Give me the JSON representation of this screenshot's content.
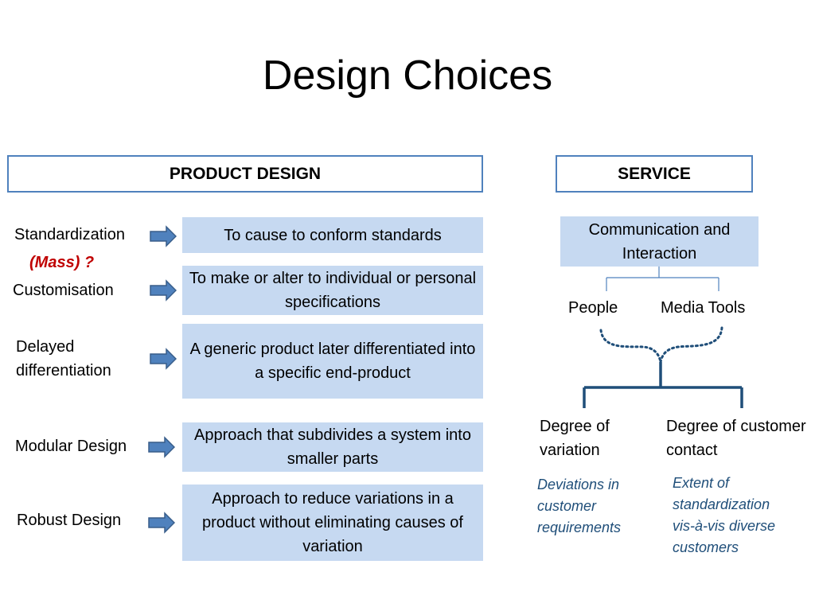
{
  "title": "Design Choices",
  "product": {
    "header": "PRODUCT DESIGN",
    "rows": [
      {
        "label": "Standardization",
        "desc": "To cause to conform standards"
      },
      {
        "label": "Customisation",
        "desc": "To make or alter to individual or personal specifications"
      },
      {
        "label": "Delayed differentiation",
        "desc": "A generic product later differentiated into a specific end-product"
      },
      {
        "label": "Modular Design",
        "desc": "Approach that subdivides a system into smaller parts"
      },
      {
        "label": "Robust Design",
        "desc": "Approach to reduce variations in a product without eliminating causes of variation"
      }
    ],
    "mass_note": "(Mass) ?"
  },
  "service": {
    "header": "SERVICE",
    "top_box": "Communication and Interaction",
    "people": "People",
    "media": "Media Tools",
    "variation": {
      "label": "Degree of variation",
      "note": "Deviations in customer requirements"
    },
    "contact": {
      "label": "Degree of customer contact",
      "note": "Extent of standardization vis-à-vis diverse customers"
    }
  },
  "colors": {
    "box_fill": "#c6d9f1",
    "border": "#4f81bd",
    "mass": "#c00000",
    "note": "#1f4e79",
    "arrow": "#4f81bd"
  },
  "icons": {
    "row_arrow": "right-arrow-icon"
  }
}
